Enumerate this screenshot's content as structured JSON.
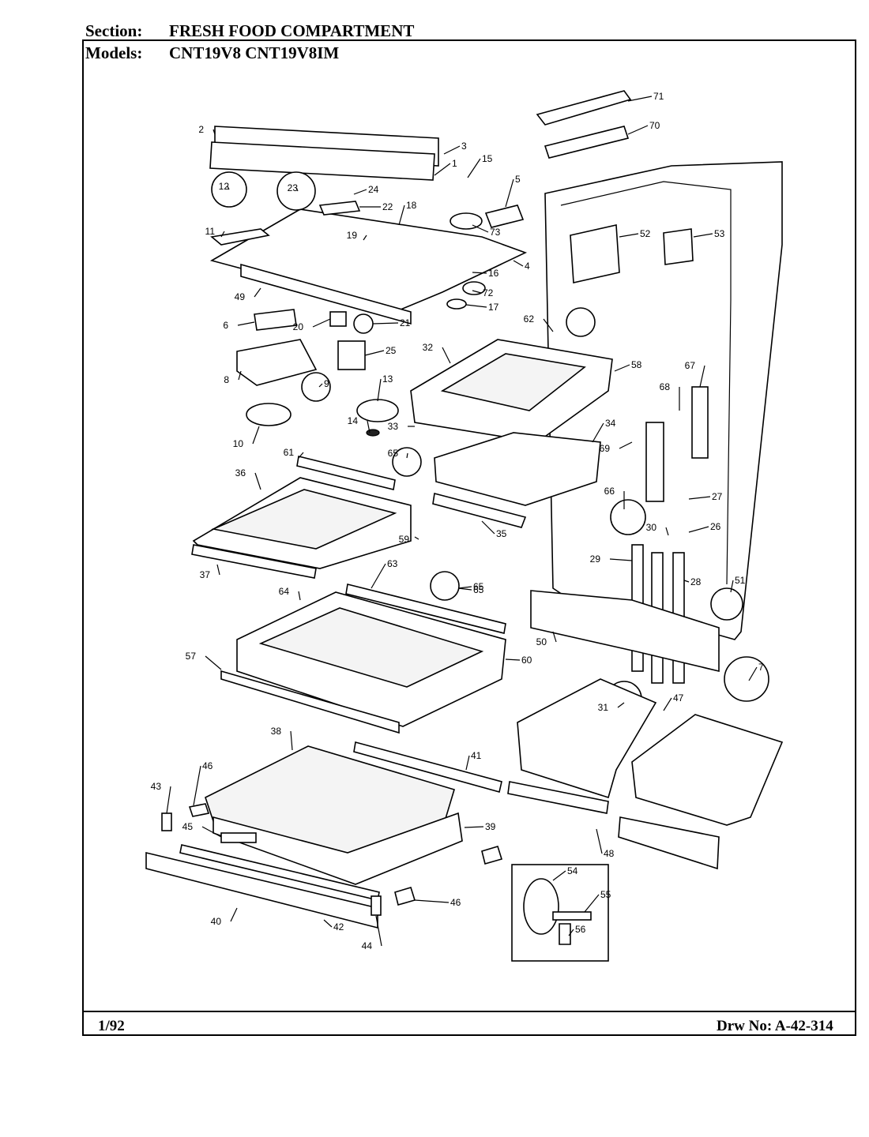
{
  "header": {
    "section_label": "Section:",
    "section_title": "FRESH FOOD COMPARTMENT",
    "models_label": "Models:",
    "models": "CNT19V8  CNT19V8IM"
  },
  "footer": {
    "date": "1/92",
    "drawing_number": "Drw No: A-42-314"
  },
  "callouts": [
    "1",
    "2",
    "3",
    "4",
    "5",
    "6",
    "7",
    "8",
    "9",
    "10",
    "11",
    "12",
    "13",
    "14",
    "15",
    "16",
    "17",
    "18",
    "19",
    "20",
    "21",
    "22",
    "23",
    "24",
    "25",
    "26",
    "27",
    "28",
    "29",
    "30",
    "31",
    "32",
    "33",
    "34",
    "35",
    "36",
    "37",
    "38",
    "39",
    "40",
    "41",
    "42",
    "43",
    "44",
    "45",
    "46",
    "46",
    "47",
    "48",
    "49",
    "50",
    "51",
    "52",
    "53",
    "54",
    "55",
    "56",
    "57",
    "58",
    "59",
    "60",
    "61",
    "62",
    "63",
    "64",
    "65",
    "65",
    "65",
    "66",
    "67",
    "68",
    "69",
    "70",
    "71",
    "72",
    "73"
  ]
}
